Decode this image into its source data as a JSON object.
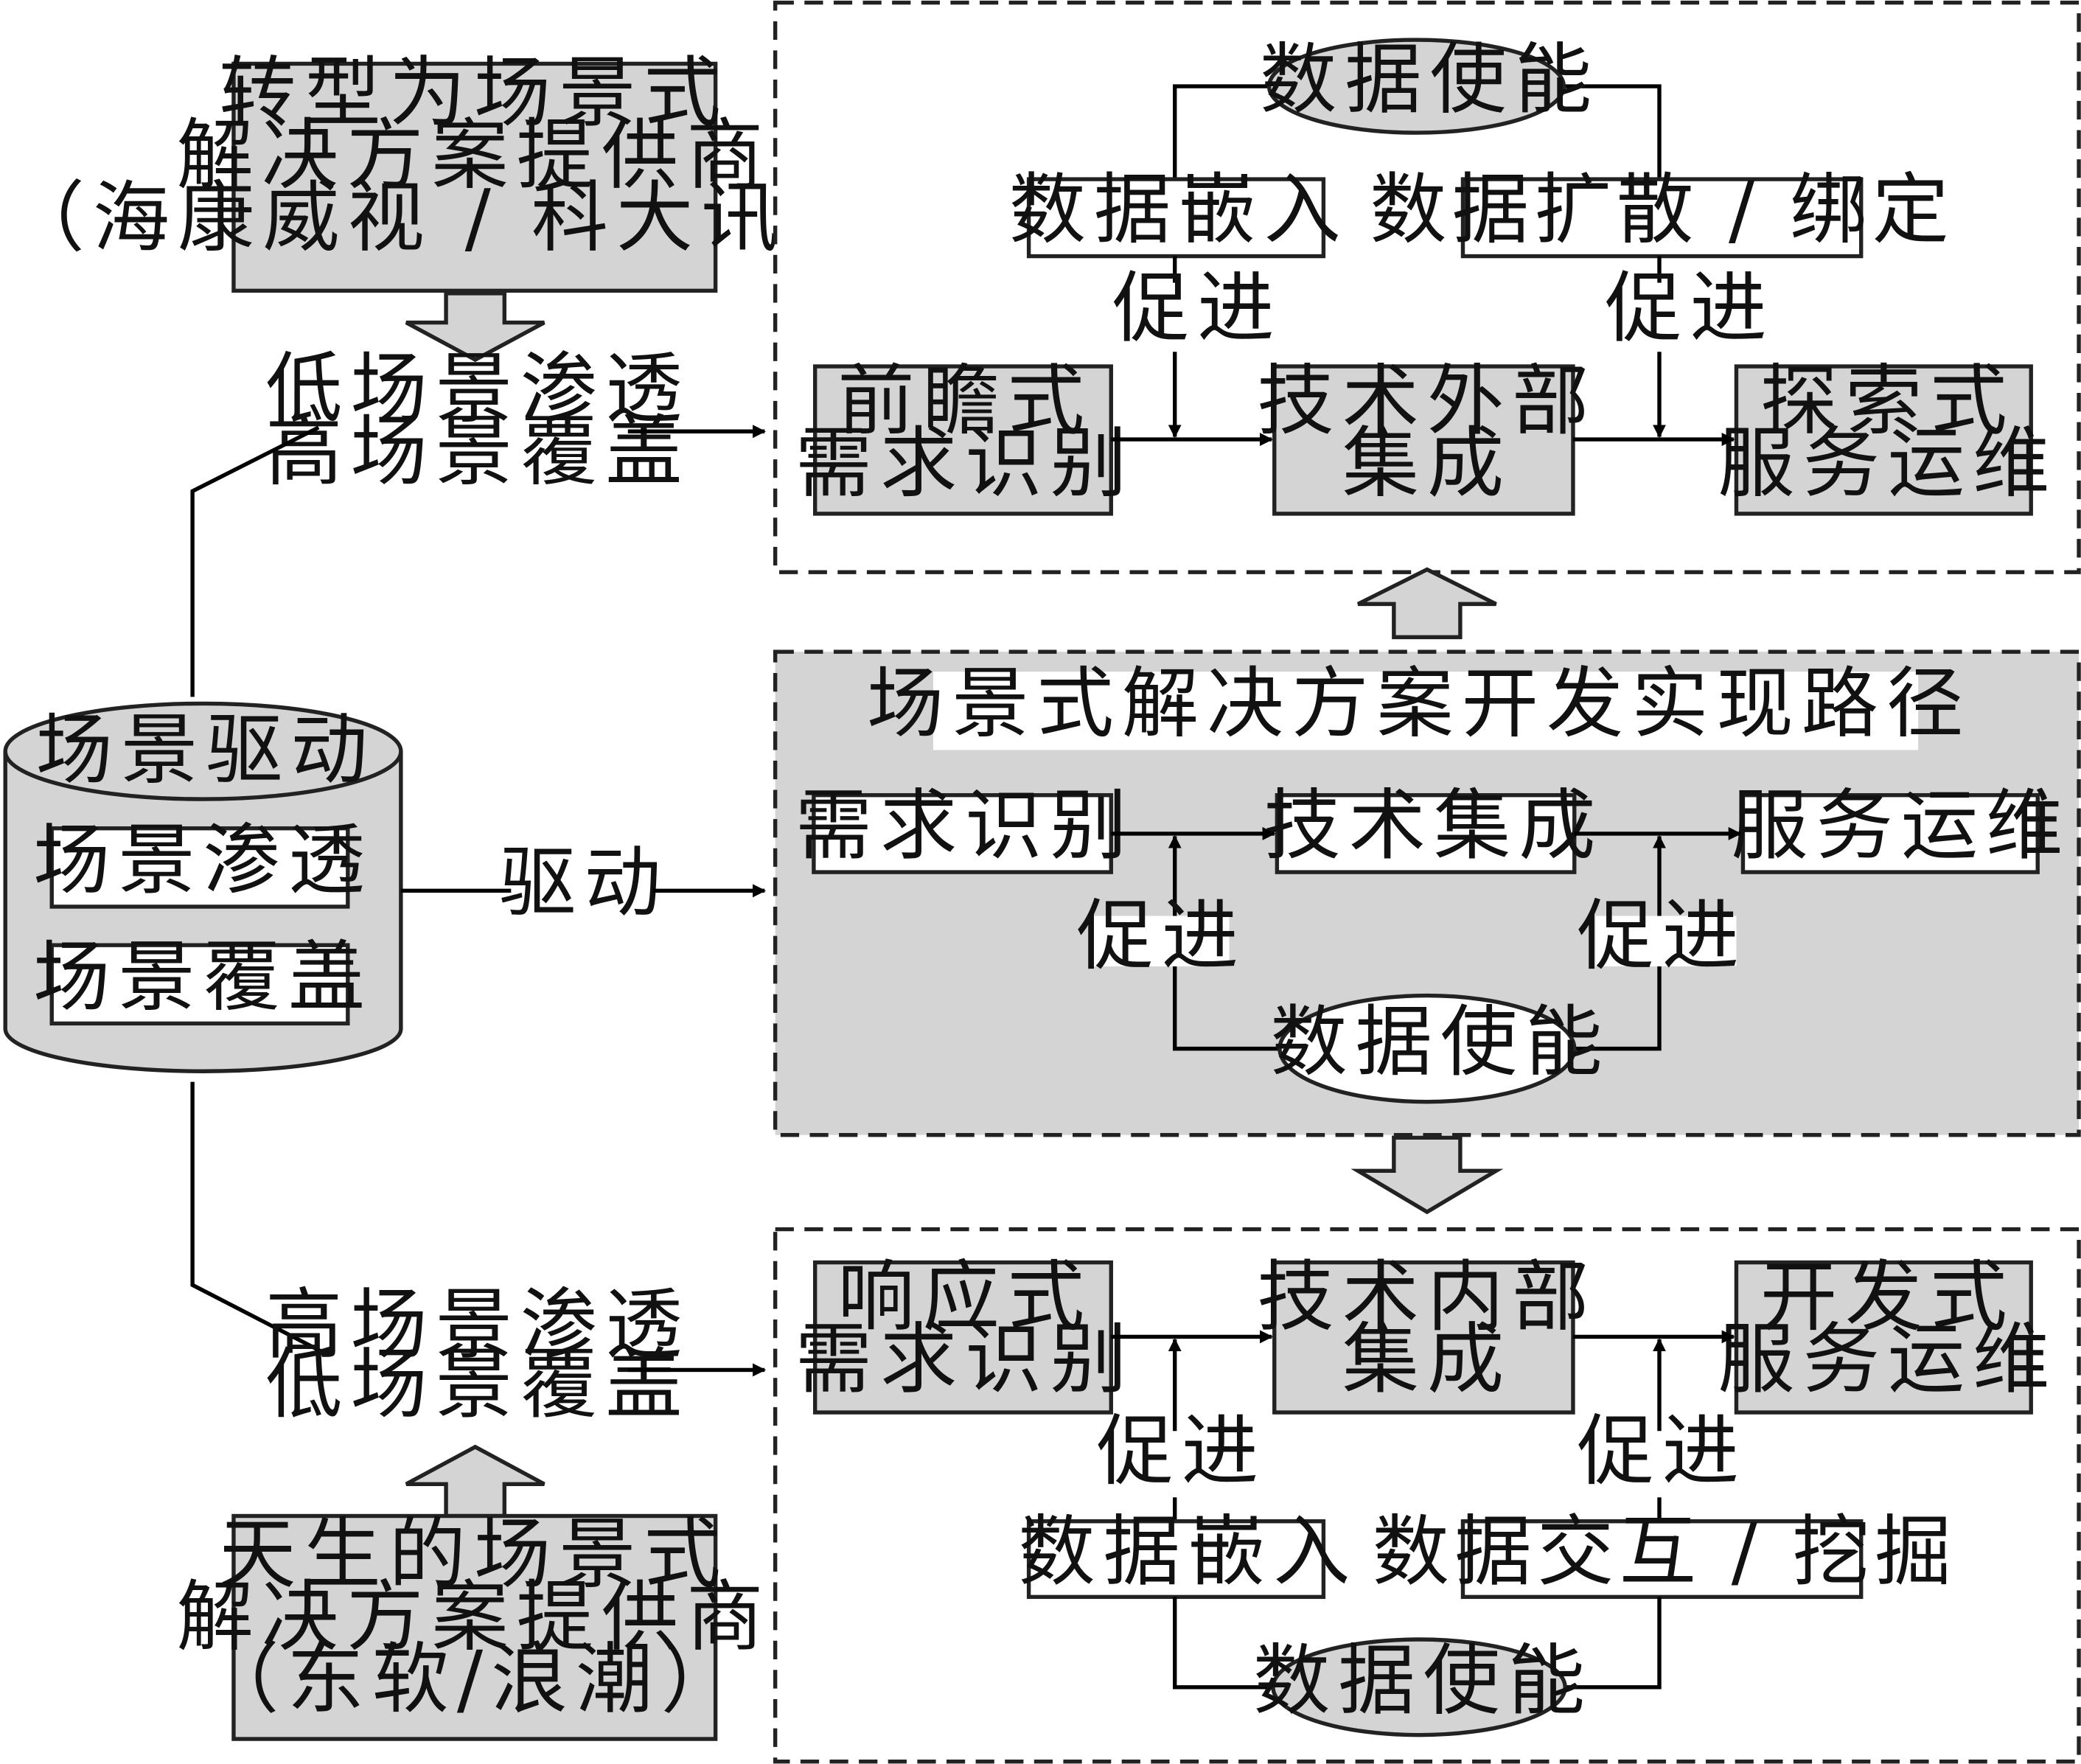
{
  "colors": {
    "gray_fill": "#d4d4d4",
    "white_fill": "#ffffff",
    "stroke": "#222222"
  },
  "left": {
    "top_provider": [
      "转型为场景式",
      "解决方案提供商",
      "（海康威视 / 科大讯飞）"
    ],
    "top_mode": [
      "低场景渗透",
      "高场景覆盖"
    ],
    "cylinder_title": "场景驱动",
    "cylinder_item1": "场景渗透",
    "cylinder_item2": "场景覆盖",
    "drive_label": "驱动",
    "bottom_mode": [
      "高场景渗透",
      "低场景覆盖"
    ],
    "bottom_provider": [
      "天生的场景式",
      "解决方案提供商",
      "（东软/浪潮）"
    ]
  },
  "top_panel": {
    "data_enable": "数据使能",
    "embed": "数据嵌入",
    "spread": "数据扩散 / 绑定",
    "promote_left": "促进",
    "promote_right": "促进",
    "step1": [
      "前瞻式",
      "需求识别"
    ],
    "step2": [
      "技术外部",
      "集成"
    ],
    "step3": [
      "探索式",
      "服务运维"
    ]
  },
  "middle_panel": {
    "title": "场景式解决方案开发实现路径",
    "step1": "需求识别",
    "step2": "技术集成",
    "step3": "服务运维",
    "promote_left": "促进",
    "promote_right": "促进",
    "data_enable": "数据使能"
  },
  "bottom_panel": {
    "step1": [
      "响应式",
      "需求识别"
    ],
    "step2": [
      "技术内部",
      "集成"
    ],
    "step3": [
      "开发式",
      "服务运维"
    ],
    "promote_left": "促进",
    "promote_right": "促进",
    "embed": "数据嵌入",
    "interact": "数据交互 / 挖掘",
    "data_enable": "数据使能"
  }
}
